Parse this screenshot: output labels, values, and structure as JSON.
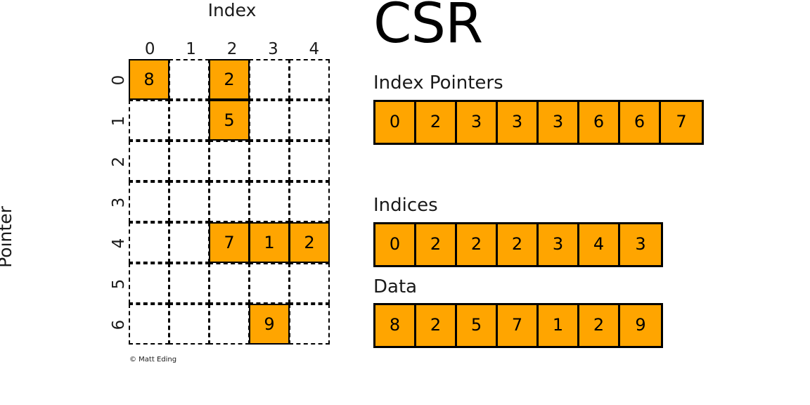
{
  "title": "CSR",
  "credit": "© Matt Eding",
  "matrix": {
    "x_axis_label": "Index",
    "y_axis_label": "Pointer",
    "col_headers": [
      "0",
      "1",
      "2",
      "3",
      "4"
    ],
    "row_headers": [
      "0",
      "1",
      "2",
      "3",
      "4",
      "5",
      "6"
    ],
    "n_rows": 7,
    "n_cols": 5,
    "cells": [
      [
        "8",
        "",
        "2",
        "",
        ""
      ],
      [
        "",
        "",
        "5",
        "",
        ""
      ],
      [
        "",
        "",
        "",
        "",
        ""
      ],
      [
        "",
        "",
        "",
        "",
        ""
      ],
      [
        "",
        "",
        "7",
        "1",
        "2"
      ],
      [
        "",
        "",
        "",
        "",
        ""
      ],
      [
        "",
        "",
        "",
        "9",
        ""
      ]
    ]
  },
  "arrays": [
    {
      "label": "Index Pointers",
      "values": [
        "0",
        "2",
        "3",
        "3",
        "3",
        "6",
        "6",
        "7"
      ]
    },
    {
      "label": "Indices",
      "values": [
        "0",
        "2",
        "2",
        "2",
        "3",
        "4",
        "3"
      ]
    },
    {
      "label": "Data",
      "values": [
        "8",
        "2",
        "5",
        "7",
        "1",
        "2",
        "9"
      ]
    }
  ],
  "colors": {
    "fill": "#ffa500",
    "stroke": "#000000",
    "background": "#ffffff"
  },
  "chart_data": {
    "type": "table",
    "title": "CSR",
    "description_axes": {
      "x": "Index",
      "y": "Pointer"
    },
    "matrix_shape": [
      7,
      5
    ],
    "nonzeros": [
      {
        "row": 0,
        "col": 0,
        "value": 8
      },
      {
        "row": 0,
        "col": 2,
        "value": 2
      },
      {
        "row": 1,
        "col": 2,
        "value": 5
      },
      {
        "row": 4,
        "col": 2,
        "value": 7
      },
      {
        "row": 4,
        "col": 3,
        "value": 1
      },
      {
        "row": 4,
        "col": 4,
        "value": 2
      },
      {
        "row": 6,
        "col": 3,
        "value": 9
      }
    ],
    "indptr": [
      0,
      2,
      3,
      3,
      3,
      6,
      6,
      7
    ],
    "indices": [
      0,
      2,
      2,
      2,
      3,
      4,
      3
    ],
    "data": [
      8,
      2,
      5,
      7,
      1,
      2,
      9
    ]
  }
}
